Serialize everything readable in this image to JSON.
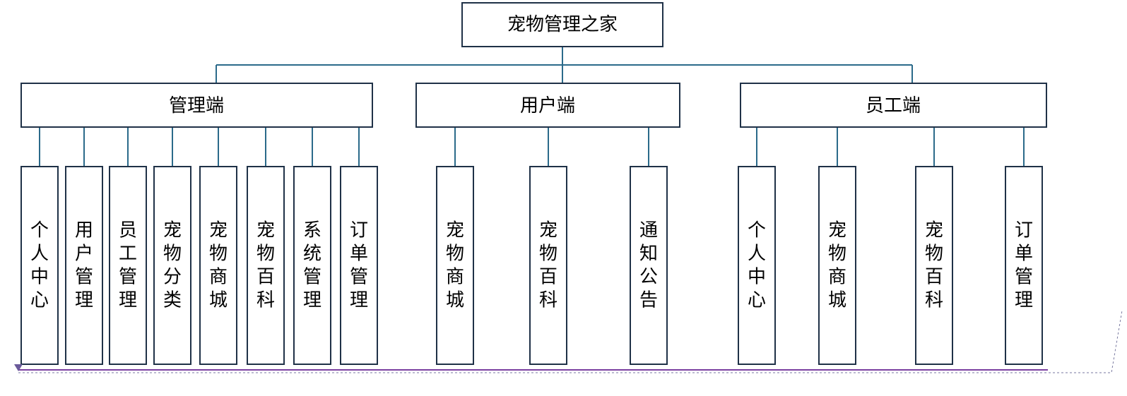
{
  "root": {
    "label": "宠物管理之家"
  },
  "groups": [
    {
      "label": "管理端",
      "children": [
        "个人中心",
        "用户管理",
        "员工管理",
        "宠物分类",
        "宠物商城",
        "宠物百科",
        "系统管理",
        "订单管理"
      ]
    },
    {
      "label": "用户端",
      "children": [
        "宠物商城",
        "宠物百科",
        "通知公告"
      ]
    },
    {
      "label": "员工端",
      "children": [
        "个人中心",
        "宠物商城",
        "宠物百科",
        "订单管理"
      ]
    }
  ]
}
